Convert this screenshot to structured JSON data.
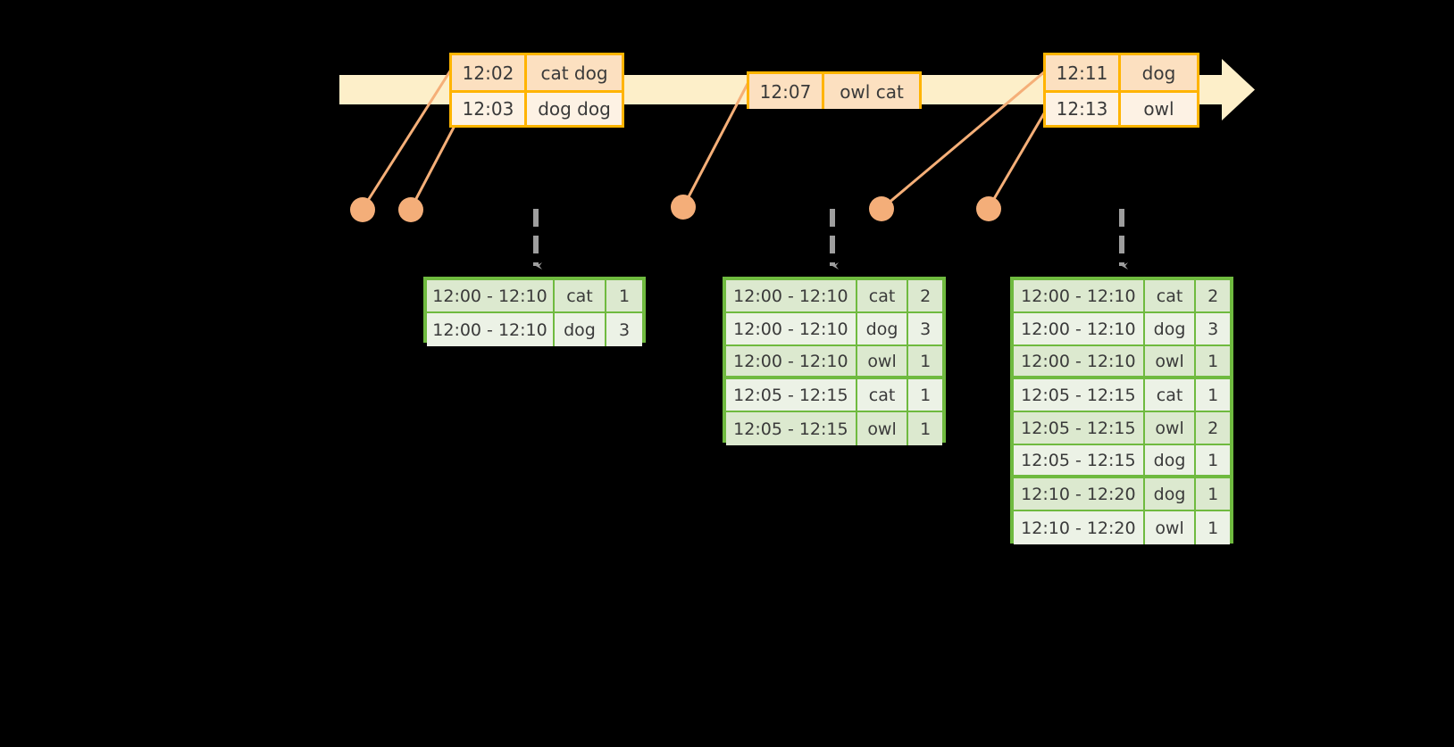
{
  "diagram": {
    "title": "windowed-word-count-stream-diagram",
    "colors": {
      "timeline_bar": "#FDEFC9",
      "event_border": "#FFB400",
      "event_shade": "#FCE0C0",
      "event_plain": "#FDF2E4",
      "connector": "#F5AF78",
      "dot": "#F4AE79",
      "table_border": "#6FBA3F",
      "table_shade": "#DCE9CF",
      "table_plain": "#ECF2E6",
      "dashed_arrow": "#9E9E9E",
      "background": "#000000"
    }
  },
  "timeline": {
    "name": "event-stream-timeline",
    "arrowhead": "right-arrow-icon",
    "events": [
      {
        "id": "event-group-1",
        "rows": [
          {
            "time": "12:02",
            "words": "cat dog"
          },
          {
            "time": "12:03",
            "words": "dog dog"
          }
        ]
      },
      {
        "id": "event-group-2",
        "rows": [
          {
            "time": "12:07",
            "words": "owl cat"
          }
        ]
      },
      {
        "id": "event-group-3",
        "rows": [
          {
            "time": "12:11",
            "words": "dog"
          },
          {
            "time": "12:13",
            "words": "owl"
          }
        ]
      }
    ]
  },
  "dots": [
    {
      "name": "event-dot-1"
    },
    {
      "name": "event-dot-2"
    },
    {
      "name": "event-dot-3"
    },
    {
      "name": "event-dot-4"
    },
    {
      "name": "event-dot-5"
    }
  ],
  "results": {
    "left": {
      "name": "result-table-stage-1",
      "rows": [
        {
          "window": "12:00 - 12:10",
          "word": "cat",
          "count": "1",
          "shade": "shade",
          "groupEnd": false
        },
        {
          "window": "12:00 - 12:10",
          "word": "dog",
          "count": "3",
          "shade": "plain",
          "groupEnd": false
        }
      ]
    },
    "middle": {
      "name": "result-table-stage-2",
      "rows": [
        {
          "window": "12:00 - 12:10",
          "word": "cat",
          "count": "2",
          "shade": "shade",
          "groupEnd": false
        },
        {
          "window": "12:00 - 12:10",
          "word": "dog",
          "count": "3",
          "shade": "plain",
          "groupEnd": false
        },
        {
          "window": "12:00 - 12:10",
          "word": "owl",
          "count": "1",
          "shade": "shade",
          "groupEnd": true
        },
        {
          "window": "12:05 - 12:15",
          "word": "cat",
          "count": "1",
          "shade": "plain",
          "groupEnd": false
        },
        {
          "window": "12:05 - 12:15",
          "word": "owl",
          "count": "1",
          "shade": "shade",
          "groupEnd": false
        }
      ]
    },
    "right": {
      "name": "result-table-stage-3",
      "rows": [
        {
          "window": "12:00 - 12:10",
          "word": "cat",
          "count": "2",
          "shade": "shade",
          "groupEnd": false
        },
        {
          "window": "12:00 - 12:10",
          "word": "dog",
          "count": "3",
          "shade": "plain",
          "groupEnd": false
        },
        {
          "window": "12:00 - 12:10",
          "word": "owl",
          "count": "1",
          "shade": "shade",
          "groupEnd": true
        },
        {
          "window": "12:05 - 12:15",
          "word": "cat",
          "count": "1",
          "shade": "plain",
          "groupEnd": false
        },
        {
          "window": "12:05 - 12:15",
          "word": "owl",
          "count": "2",
          "shade": "shade",
          "groupEnd": false
        },
        {
          "window": "12:05 - 12:15",
          "word": "dog",
          "count": "1",
          "shade": "plain",
          "groupEnd": true
        },
        {
          "window": "12:10 - 12:20",
          "word": "dog",
          "count": "1",
          "shade": "shade",
          "groupEnd": false
        },
        {
          "window": "12:10 - 12:20",
          "word": "owl",
          "count": "1",
          "shade": "plain",
          "groupEnd": false
        }
      ]
    }
  },
  "dashed_arrows": [
    {
      "name": "emit-arrow-1"
    },
    {
      "name": "emit-arrow-2"
    },
    {
      "name": "emit-arrow-3"
    }
  ]
}
